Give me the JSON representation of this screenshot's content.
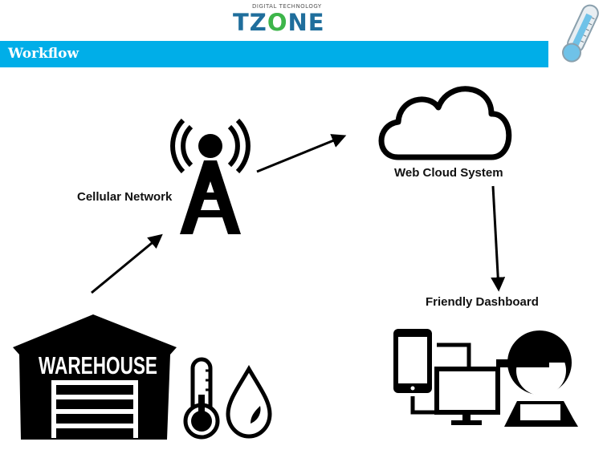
{
  "logo": {
    "tagline": "DIGITAL TECHNOLOGY",
    "brand_dark": "TZ",
    "brand_accent": "O",
    "brand_end": "NE"
  },
  "banner": {
    "title": "Workflow"
  },
  "nodes": {
    "cellular": "Cellular Network",
    "cloud": "Web Cloud System",
    "dashboard": "Friendly Dashboard",
    "warehouse": "WAREHOUSE"
  },
  "icons": [
    "thermometer-icon",
    "cell-tower-icon",
    "cloud-icon",
    "warehouse-icon",
    "water-drop-icon",
    "smartphone-icon",
    "monitor-icon",
    "user-avatar-icon"
  ],
  "colors": {
    "banner": "#00aee8",
    "brand_blue": "#1f6e9c",
    "brand_green": "#3db54a",
    "ink": "#000000"
  }
}
